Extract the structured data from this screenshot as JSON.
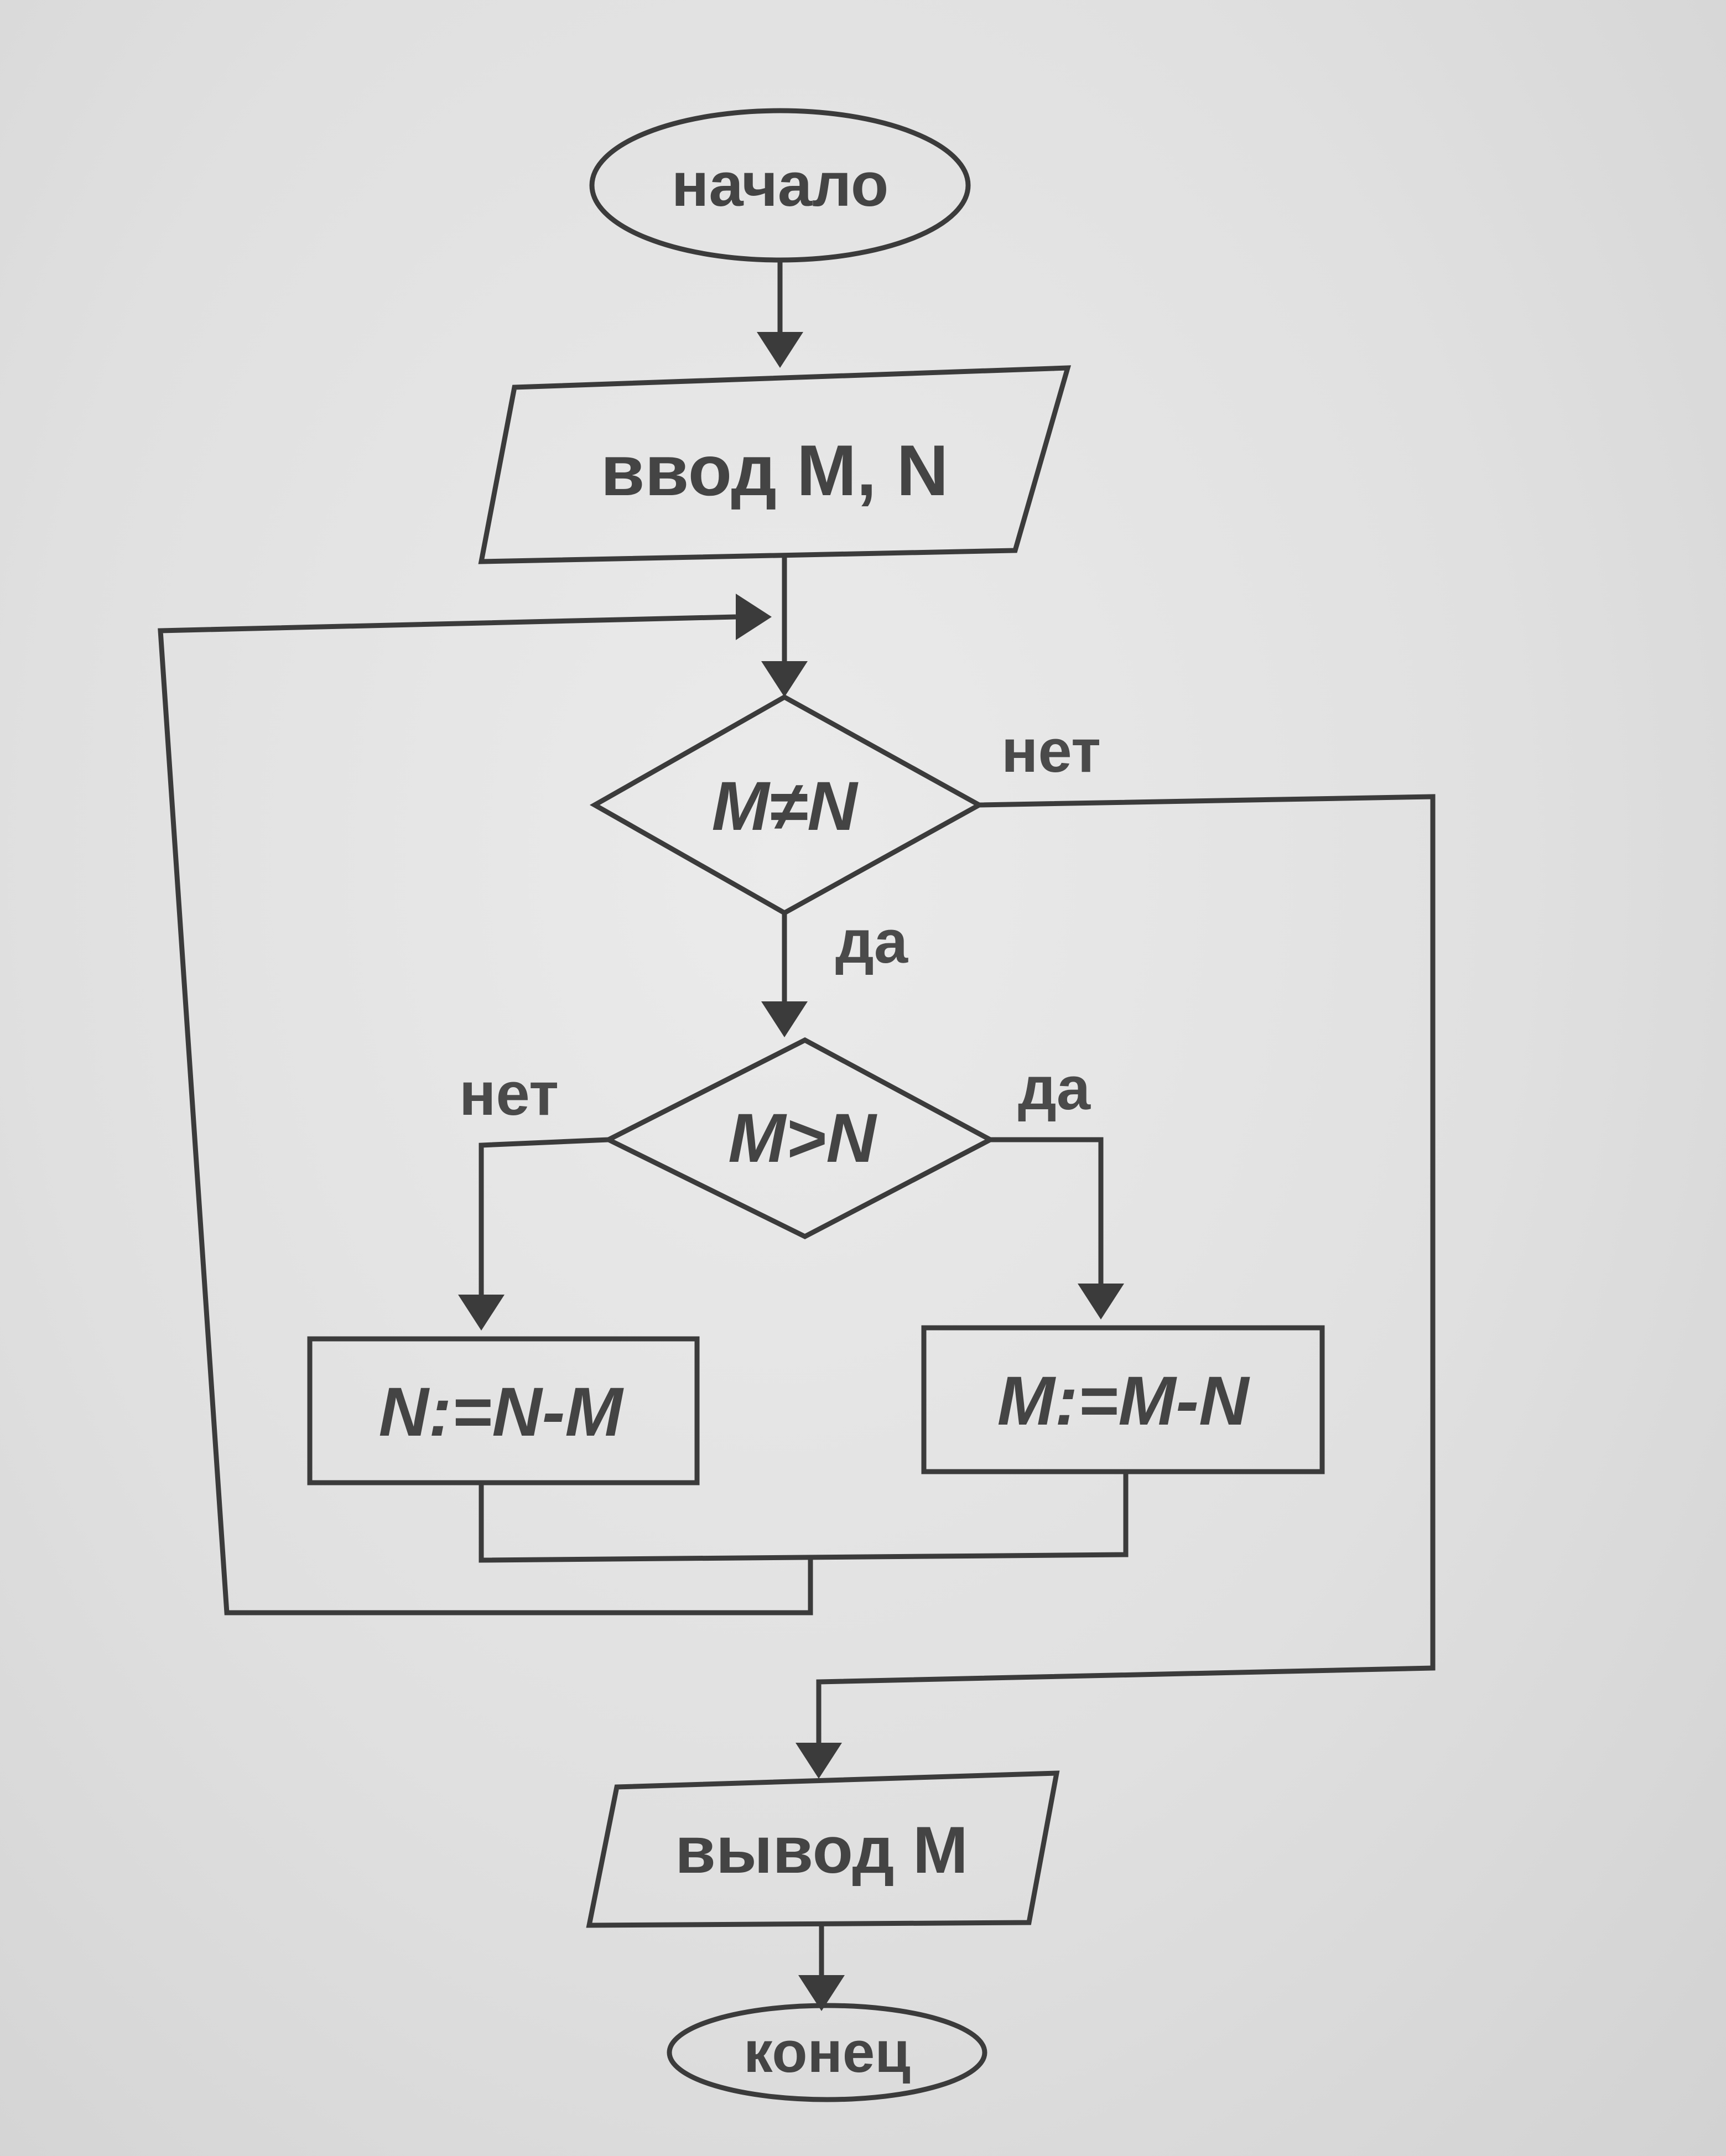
{
  "nodes": {
    "start": "начало",
    "input": "ввод M, N",
    "cond_neq": "M≠N",
    "cond_gt": "M>N",
    "assign_n": "N:=N-M",
    "assign_m": "M:=M-N",
    "output": "вывод M",
    "end": "конец"
  },
  "labels": {
    "neq_no": "нет",
    "neq_yes": "да",
    "gt_no": "нет",
    "gt_yes": "да"
  }
}
